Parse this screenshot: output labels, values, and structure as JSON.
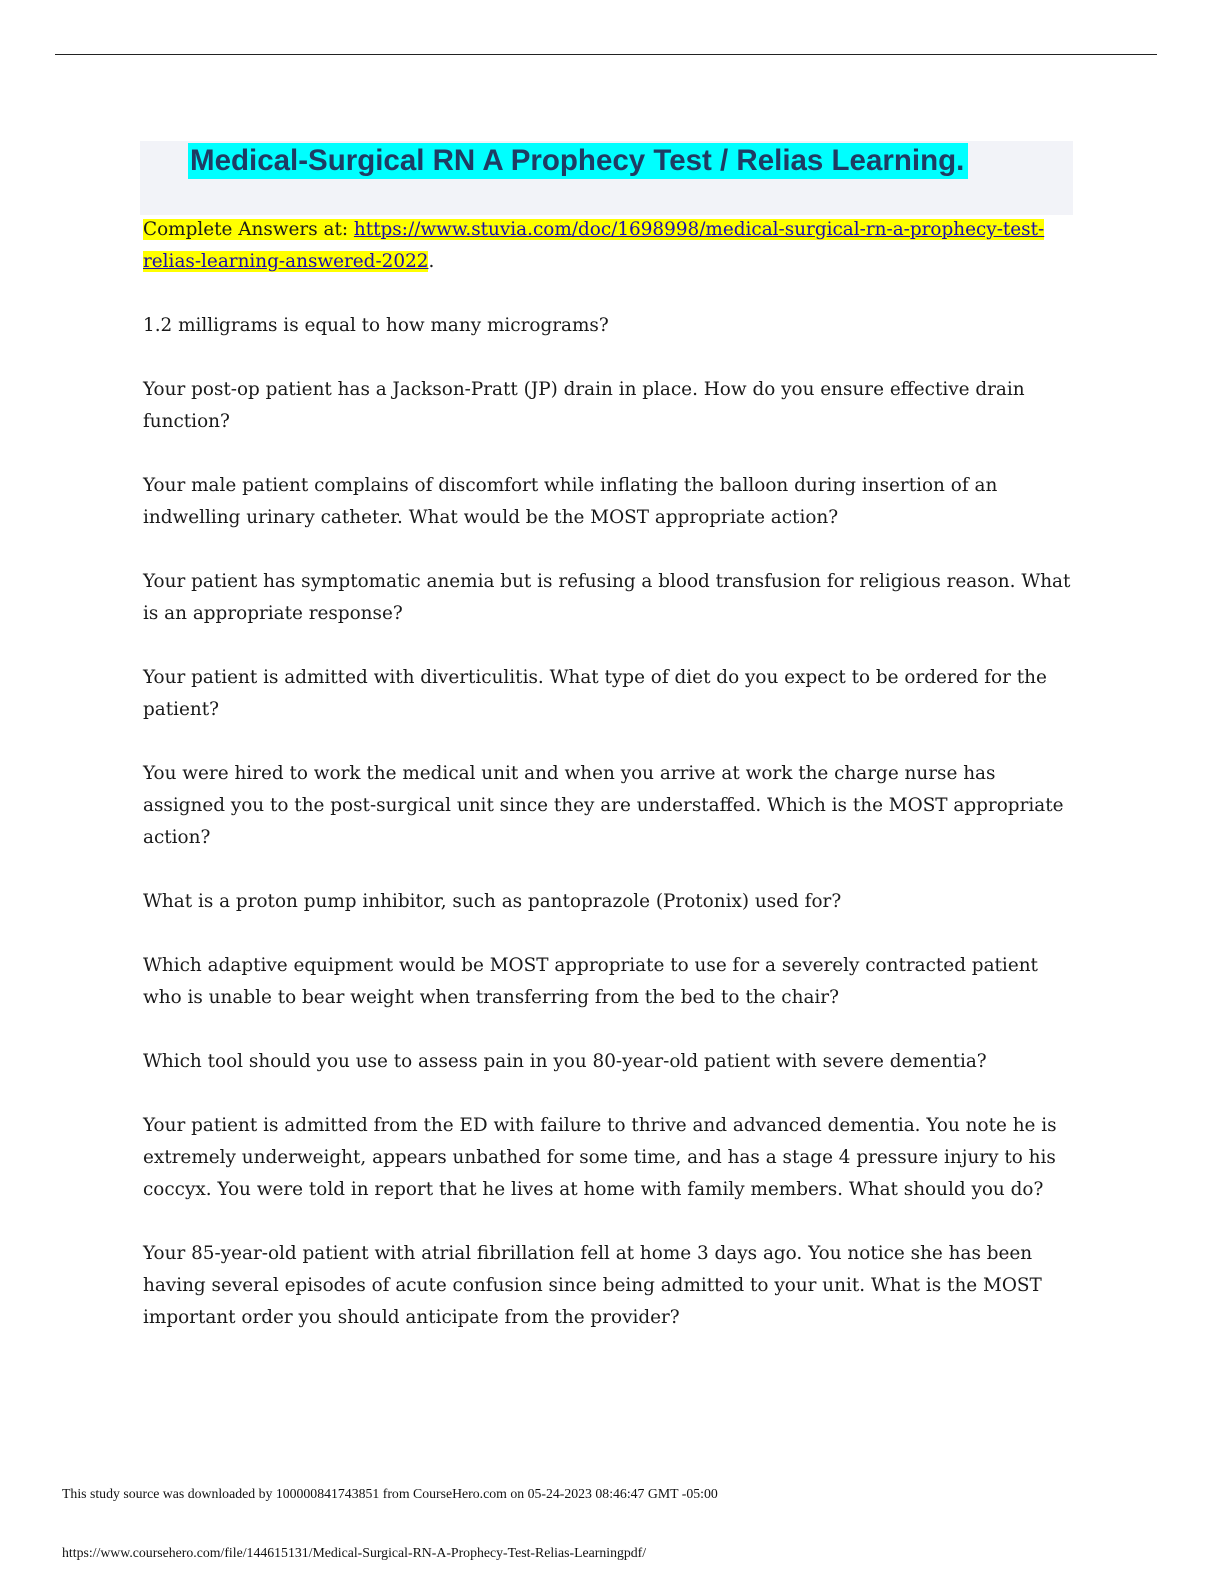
{
  "title": "Medical-Surgical RN A Prophecy Test / Relias Learning.",
  "answers": {
    "label": "Complete Answers at: ",
    "link_text": "https://www.stuvia.com/doc/1698998/medical-surgical-rn-a-prophecy-test-relias-learning-answered-2022",
    "link_href": "https://www.stuvia.com/doc/1698998/medical-surgical-rn-a-prophecy-test-relias-learning-answered-2022",
    "trailing": "."
  },
  "questions": [
    "1.2 milligrams is equal to how many micrograms?",
    "Your post-op patient has a Jackson-Pratt (JP) drain in place. How do you ensure effective drain function?",
    "Your male patient complains of discomfort while inflating the balloon during insertion of an indwelling urinary catheter. What would be the MOST appropriate action?",
    "Your patient has symptomatic anemia but is refusing a blood transfusion for religious reason. What is an appropriate response?",
    "Your patient is admitted with diverticulitis. What type of diet do you expect to be ordered for the patient?",
    "You were hired to work the medical unit and when you arrive at work the charge nurse has assigned you to the post-surgical unit since they are understaffed. Which is the MOST appropriate action?",
    "What is a proton pump inhibitor, such as pantoprazole (Protonix) used for?",
    "Which adaptive equipment would be MOST appropriate to use for a severely contracted patient who is unable to bear weight when transferring from the bed to the chair?",
    "Which tool should you use to assess pain in you 80-year-old patient with severe dementia?",
    "Your patient is admitted from the ED with failure to thrive and advanced dementia. You note he is extremely underweight, appears unbathed for some time, and has a stage 4 pressure injury to his coccyx. You were told in report that he lives at home with family members. What should you do?",
    "Your 85-year-old patient with atrial fibrillation fell at home 3 days ago. You notice she has been having several episodes of acute confusion since being admitted to your unit. What is the MOST important order you should anticipate from the provider?"
  ],
  "footer": {
    "source": "This study source was downloaded by 100000841743851 from CourseHero.com on 05-24-2023 08:46:47 GMT -05:00",
    "url": "https://www.coursehero.com/file/144615131/Medical-Surgical-RN-A-Prophecy-Test-Relias-Learningpdf/"
  },
  "colors": {
    "title_highlight": "#00ffff",
    "title_text": "#1f3c63",
    "answers_highlight": "#ffff00",
    "link": "#1a0dab"
  }
}
